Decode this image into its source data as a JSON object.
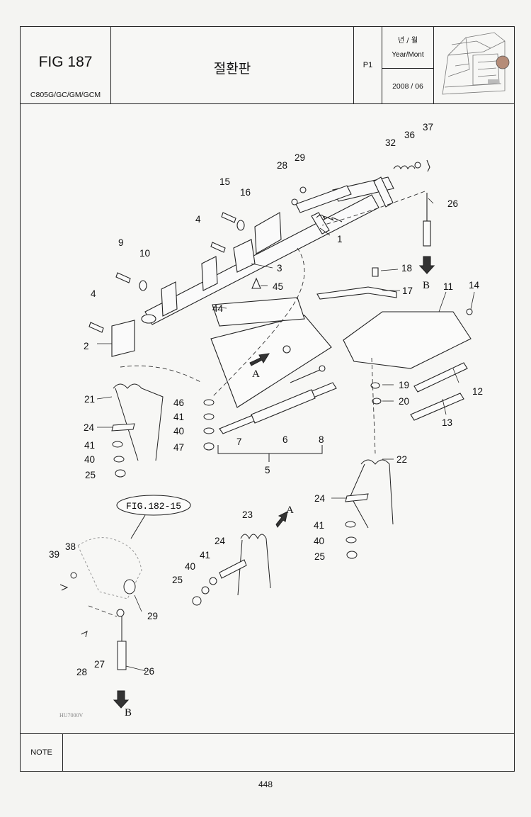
{
  "header": {
    "fig_label": "FIG 187",
    "model": "C805G/GC/GM/GCM",
    "title": "절환판",
    "page": "P1",
    "date_label_ko": "년 / 월",
    "date_label_en": "Year/Mont",
    "date_value": "2008 / 06"
  },
  "diagram": {
    "ref_label": "FIG.182-15",
    "stamp": "HU7000V",
    "arrow_a": "A",
    "arrow_b": "B",
    "callouts": {
      "c1": "1",
      "c2": "2",
      "c3": "3",
      "c4a": "4",
      "c4b": "4",
      "c5": "5",
      "c6": "6",
      "c7": "7",
      "c8": "8",
      "c9": "9",
      "c10": "10",
      "c11": "11",
      "c12": "12",
      "c13": "13",
      "c14": "14",
      "c15": "15",
      "c16": "16",
      "c17": "17",
      "c18": "18",
      "c19": "19",
      "c20": "20",
      "c21": "21",
      "c22": "22",
      "c23": "23",
      "c24a": "24",
      "c24b": "24",
      "c24c": "24",
      "c25a": "25",
      "c25b": "25",
      "c25c": "25",
      "c26a": "26",
      "c26b": "26",
      "c27": "27",
      "c28a": "28",
      "c28b": "28",
      "c29a": "29",
      "c29b": "29",
      "c32": "32",
      "c36": "36",
      "c37": "37",
      "c38": "38",
      "c39": "39",
      "c40a": "40",
      "c40b": "40",
      "c40c": "40",
      "c40d": "40",
      "c41a": "41",
      "c41b": "41",
      "c41c": "41",
      "c41d": "41",
      "c44": "44",
      "c45": "45",
      "c46": "46",
      "c47": "47"
    }
  },
  "note": {
    "label": "NOTE"
  },
  "footer": {
    "page_number": "448"
  }
}
